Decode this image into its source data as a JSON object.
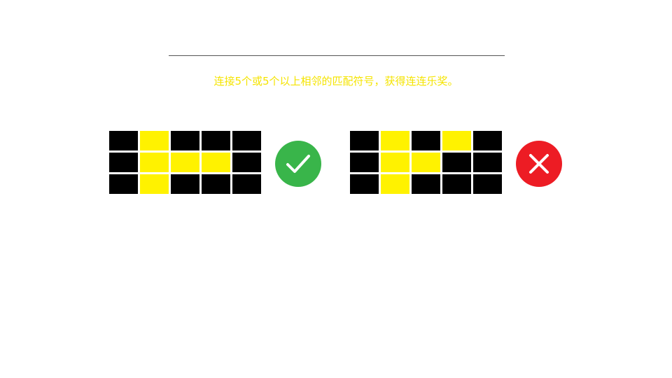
{
  "instruction": "连接5个或5个以上相邻的匹配符号，获得连连乐奖。",
  "colors": {
    "highlight": "#fff200",
    "empty": "#000000",
    "instruction_text": "#f5e400",
    "valid_badge": "#39b54a",
    "invalid_badge": "#ed1c24"
  },
  "examples": [
    {
      "result": "valid",
      "badge_icon": "checkmark-icon",
      "grid": [
        [
          0,
          1,
          0,
          0,
          0
        ],
        [
          0,
          1,
          1,
          1,
          0
        ],
        [
          0,
          1,
          0,
          0,
          0
        ]
      ]
    },
    {
      "result": "invalid",
      "badge_icon": "cross-icon",
      "grid": [
        [
          0,
          1,
          0,
          1,
          0
        ],
        [
          0,
          1,
          1,
          0,
          0
        ],
        [
          0,
          1,
          0,
          0,
          0
        ]
      ]
    }
  ]
}
